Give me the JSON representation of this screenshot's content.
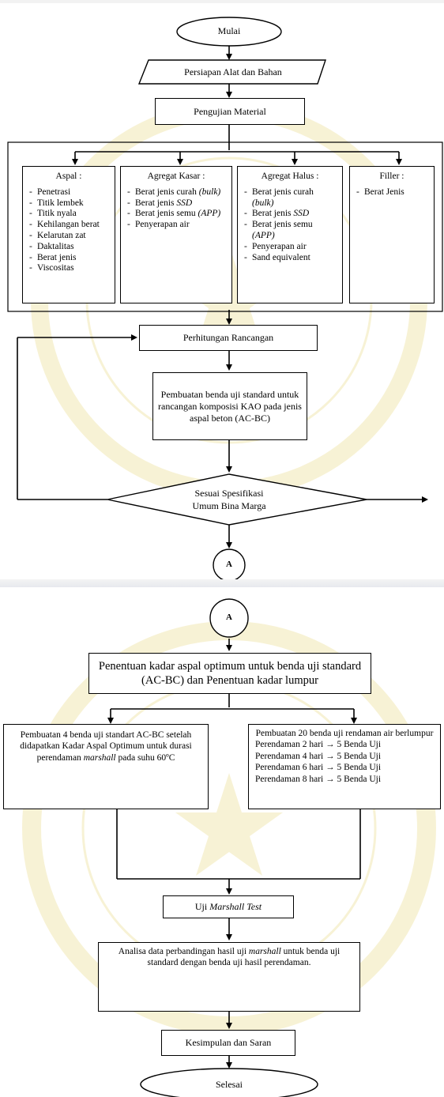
{
  "top": {
    "start": "Mulai",
    "prep": "Persiapan Alat dan Bahan",
    "material": "Pengujian Material",
    "aspal": {
      "title": "Aspal :",
      "items": [
        "Penetrasi",
        "Titik lembek",
        "Titik nyala",
        "Kehilangan berat",
        "Kelarutan zat",
        "Daktalitas",
        "Berat jenis",
        "Viscositas"
      ]
    },
    "kasar": {
      "title": "Agregat Kasar :",
      "item1": "Berat jenis curah",
      "item1_em": "(bulk)",
      "item2": "Berat jenis",
      "item2_em": "SSD",
      "item3": "Berat jenis semu",
      "item3_em": "(APP)",
      "item4": "Penyerapan air"
    },
    "halus": {
      "title": "Agregat Halus :",
      "item1": "Berat jenis curah",
      "item1_em": "(bulk)",
      "item2": "Berat jenis",
      "item2_em": "SSD",
      "item3": "Berat jenis semu",
      "item3_em": "(APP)",
      "item4": "Penyerapan air",
      "item5": "Sand equivalent"
    },
    "filler": {
      "title": "Filler :",
      "item1": "Berat Jenis"
    },
    "design": "Perhitungan Rancangan",
    "make": "Pembuatan benda uji standard untuk rancangan komposisi KAO pada jenis aspal beton (AC-BC)",
    "decision_line1": "Sesuai Spesifikasi",
    "decision_line2": "Umum Bina Marga",
    "connector": "A"
  },
  "bottom": {
    "connector": "A",
    "optimum": "Penentuan kadar aspal optimum untuk benda uji standard (AC-BC) dan Penentuan kadar lumpur",
    "left_pre": "Pembuatan 4 benda uji standart AC-BC setelah didapatkan Kadar Aspal Optimum untuk durasi perendaman",
    "left_em": "marshall",
    "left_post": "pada suhu 60ºC",
    "right_title": "Pembuatan 20 benda uji rendaman air berlumpur",
    "right_rows": [
      {
        "left": "Perendaman 2 hari",
        "arrow": "→",
        "right": "5 Benda Uji"
      },
      {
        "left": "Perendaman 4 hari",
        "arrow": "→",
        "right": "5 Benda Uji"
      },
      {
        "left": "Perendaman 6 hari",
        "arrow": "→",
        "right": "5 Benda Uji"
      },
      {
        "left": "Perendaman 8 hari",
        "arrow": "→",
        "right": "5 Benda Uji"
      }
    ],
    "marshall_pre": "Uji",
    "marshall_em": "Marshall Test",
    "analysis_pre": "Analisa data perbandingan hasil uji",
    "analysis_em": "marshall",
    "analysis_post": "untuk benda uji standard dengan benda uji hasil perendaman.",
    "conclusion": "Kesimpulan dan Saran",
    "end": "Selesai"
  },
  "colors": {
    "watermark": "#d4b200",
    "line": "#000000"
  }
}
